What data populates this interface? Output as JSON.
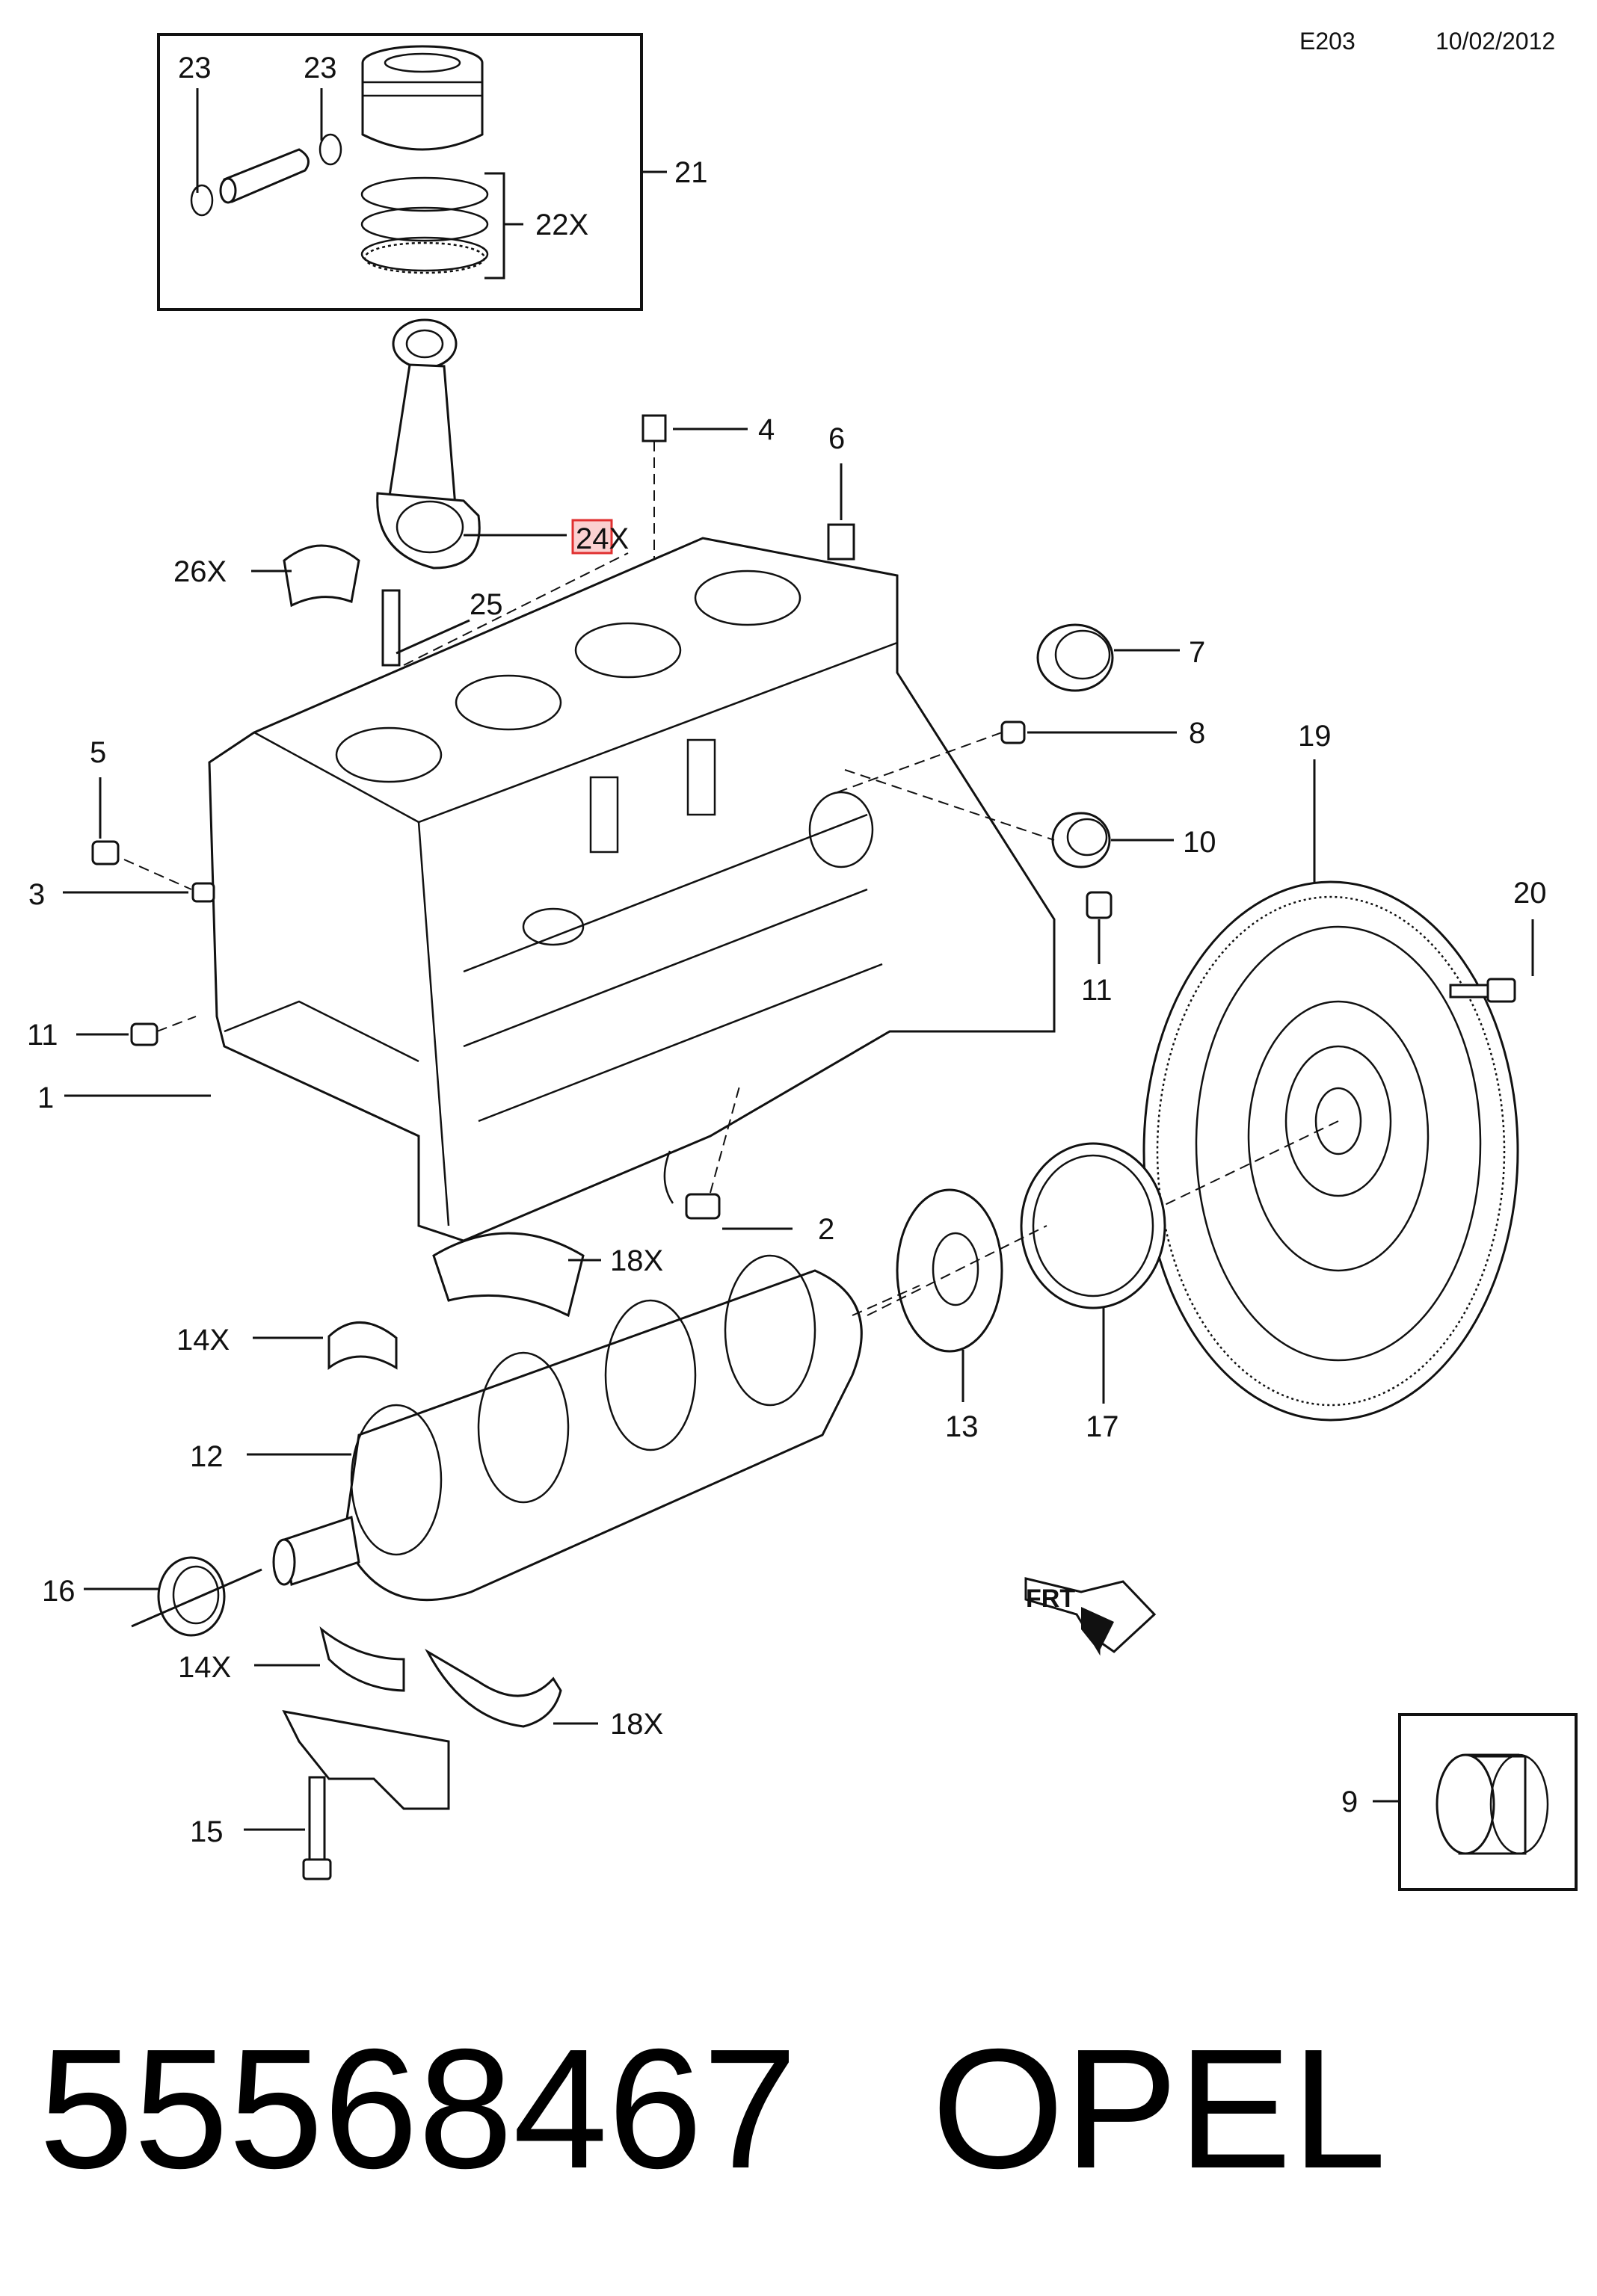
{
  "header": {
    "diagram_code": "E203",
    "date": "10/02/2012"
  },
  "footer": {
    "part_number": "55568467",
    "brand": "OPEL"
  },
  "callouts": {
    "c1": "1",
    "c2": "2",
    "c3": "3",
    "c4": "4",
    "c5": "5",
    "c6": "6",
    "c7": "7",
    "c8": "8",
    "c9": "9",
    "c10": "10",
    "c11a": "11",
    "c11b": "11",
    "c12": "12",
    "c13": "13",
    "c14a": "14X",
    "c14b": "14X",
    "c15": "15",
    "c16": "16",
    "c17": "17",
    "c18a": "18X",
    "c18b": "18X",
    "c19": "19",
    "c20": "20",
    "c21": "21",
    "c22": "22X",
    "c23a": "23",
    "c23b": "23",
    "c24": "24X",
    "c25": "25",
    "c26": "26X"
  },
  "highlight": {
    "color": "#e03030",
    "target": "24X"
  }
}
